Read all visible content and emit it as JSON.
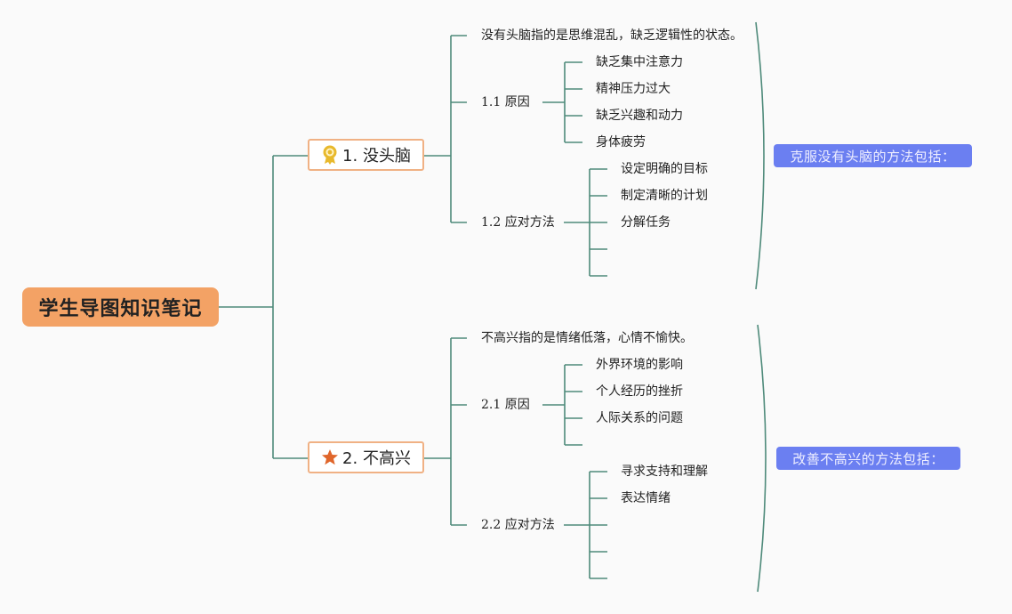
{
  "root": {
    "title": "学生导图知识笔记"
  },
  "branches": [
    {
      "label": "1. 没头脑",
      "icon": "ribbon-badge-icon",
      "definition": "没有头脑指的是思维混乱，缺乏逻辑性的状态。",
      "cause": {
        "label": "1.1 原因",
        "items": [
          "缺乏集中注意力",
          "精神压力过大",
          "缺乏兴趣和动力",
          "身体疲劳"
        ]
      },
      "solution": {
        "label": "1.2 应对方法",
        "items": [
          "设定明确的目标",
          "制定清晰的计划",
          "分解任务",
          "",
          ""
        ]
      },
      "summary": "克服没有头脑的方法包括："
    },
    {
      "label": "2. 不高兴",
      "icon": "star-icon",
      "definition": "不高兴指的是情绪低落，心情不愉快。",
      "cause": {
        "label": "2.1 原因",
        "items": [
          "外界环境的影响",
          "个人经历的挫折",
          "人际关系的问题",
          ""
        ]
      },
      "solution": {
        "label": "2.2 应对方法",
        "items": [
          "寻求支持和理解",
          "表达情绪",
          "",
          "",
          ""
        ]
      },
      "summary": "改善不高兴的方法包括："
    }
  ],
  "colors": {
    "connector": "#4e8a7a",
    "root_fill": "#f3a265",
    "branch_border": "#f0b184",
    "summary_fill": "#6b7ff1",
    "star": "#e0662b",
    "ribbon": "#e8b92c"
  }
}
